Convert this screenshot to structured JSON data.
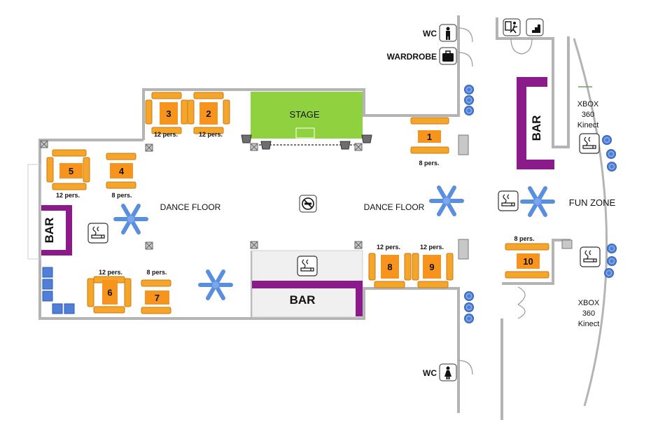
{
  "labels": {
    "stage": "STAGE",
    "dance_floor_left": "DANCE FLOOR",
    "dance_floor_right": "DANCE FLOOR",
    "fun_zone": "FUN ZONE",
    "wc_top": "WC",
    "wc_bottom": "WC",
    "wardrobe": "WARDROBE",
    "bar_main": "BAR",
    "bar_left": "BAR",
    "bar_right": "BAR",
    "xbox_top": [
      "XBOX",
      "360",
      "Kinect"
    ],
    "xbox_bottom": [
      "XBOX",
      "360",
      "Kinect"
    ]
  },
  "tables": [
    {
      "number": "1",
      "capacity": "8 pers."
    },
    {
      "number": "2",
      "capacity": "12 pers."
    },
    {
      "number": "3",
      "capacity": "12 pers."
    },
    {
      "number": "4",
      "capacity": "8 pers."
    },
    {
      "number": "5",
      "capacity": "12 pers."
    },
    {
      "number": "6",
      "capacity": "12 pers."
    },
    {
      "number": "7",
      "capacity": "8 pers."
    },
    {
      "number": "8",
      "capacity": "12 pers."
    },
    {
      "number": "9",
      "capacity": "12 pers."
    },
    {
      "number": "10",
      "capacity": "8 pers."
    }
  ],
  "icons": [
    "male-toilet-icon",
    "female-toilet-icon",
    "wardrobe-icon",
    "no-smoking-icon",
    "smoking-area-icon",
    "emergency-exit-icon",
    "stairs-icon",
    "ceiling-fan-icon",
    "stage-light-icon",
    "seat-stool-icon"
  ],
  "colors": {
    "wall": "#b4b4b4",
    "stage": "#8fd13f",
    "table": "#f7941d",
    "seat": "#f6a52b",
    "bar": "#8b1a8b",
    "fan": "#5a8fe0",
    "stool": "#4f7fd8",
    "bar_area": "#f0f0f0"
  }
}
